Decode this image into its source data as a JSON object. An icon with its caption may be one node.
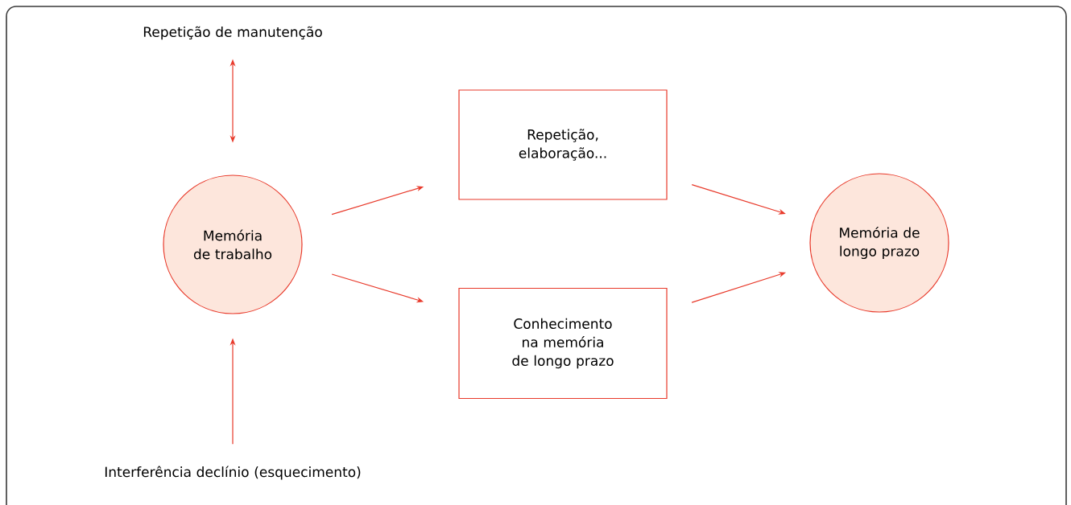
{
  "diagram": {
    "nodes": [
      {
        "text": [
          "Repetição de manutenção"
        ]
      },
      {
        "text": [
          "Memória de trabalho"
        ]
      },
      {
        "text": [
          "Repetição, elaboração..."
        ]
      },
      {
        "text": [
          "Conhecimento na memória de longo prazo"
        ]
      },
      {
        "text": [
          "Memória de longo prazo"
        ]
      },
      {
        "text": [
          "Interferência declínio (esquecimento)"
        ]
      }
    ],
    "edges": [
      {
        "from": 0,
        "to": 1,
        "arrow": "both"
      },
      {
        "from": 1,
        "to": 2,
        "arrow": "to"
      },
      {
        "from": 1,
        "to": 3,
        "arrow": "to"
      },
      {
        "from": 2,
        "to": 4,
        "arrow": "to"
      },
      {
        "from": 3,
        "to": 4,
        "arrow": "to"
      },
      {
        "from": 5,
        "to": 1,
        "arrow": "to"
      }
    ]
  }
}
